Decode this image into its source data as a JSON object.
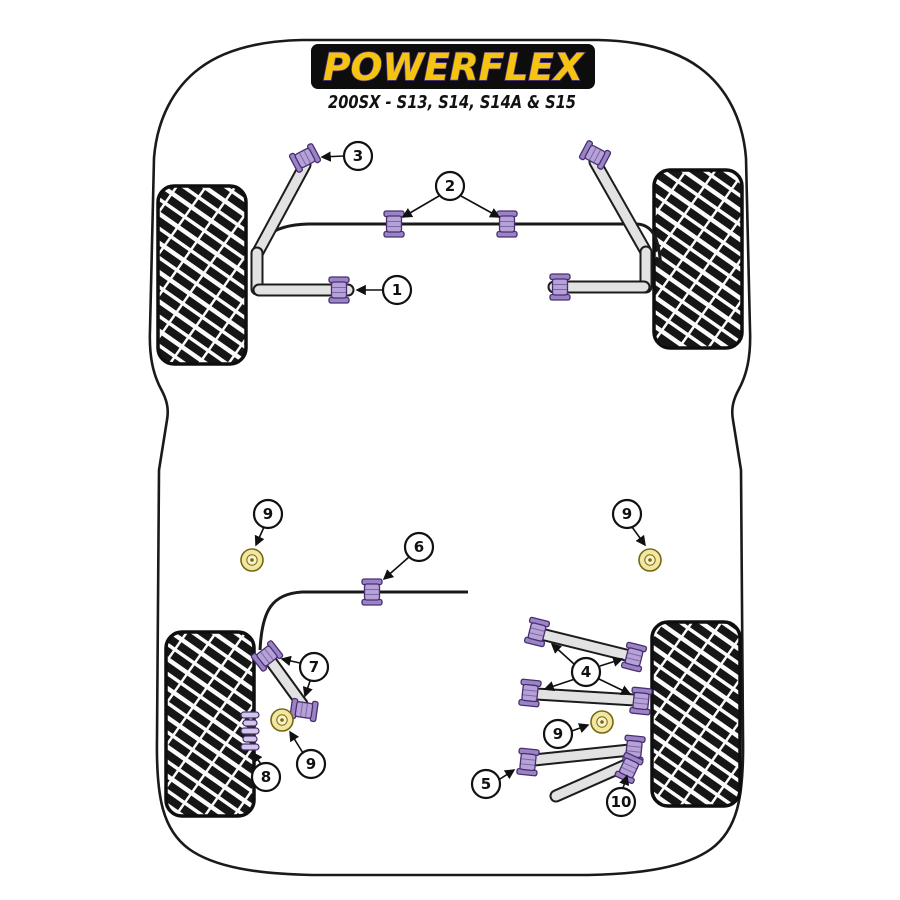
{
  "page": {
    "brand": "POWERFLEX",
    "model_line": "200SX - S13, S14, S14A & S15"
  },
  "colors": {
    "outline": "#1a1a1a",
    "banner_bg": "#0d0d0d",
    "brand_yellow": "#f4c411",
    "brand_purple": "#5b3a8e",
    "bushing_fill": "#b6a2d8",
    "bushing_flange": "#9c83c6",
    "bushing_stroke": "#463070",
    "washer_fill": "#f1e6a2",
    "washer_stroke": "#77670f",
    "arm_fill": "#e2e2e2"
  },
  "callouts": [
    {
      "label": "3",
      "points_to": "front-tension-rod-bush"
    },
    {
      "label": "2",
      "points_to": "front-anti-roll-bar-bushes"
    },
    {
      "label": "1",
      "points_to": "front-lower-arm-bush"
    },
    {
      "label": "9",
      "points_to": "washer-front-left"
    },
    {
      "label": "9",
      "points_to": "washer-front-right"
    },
    {
      "label": "6",
      "points_to": "rear-anti-roll-bar-bush"
    },
    {
      "label": "7",
      "points_to": "rear-left-arm-bushes"
    },
    {
      "label": "4",
      "points_to": "rear-upper-arm-bushes"
    },
    {
      "label": "9",
      "points_to": "washer-rear-right"
    },
    {
      "label": "8",
      "points_to": "rear-bump-stop"
    },
    {
      "label": "9",
      "points_to": "washer-rear-left"
    },
    {
      "label": "5",
      "points_to": "rear-lower-arm-bush"
    },
    {
      "label": "10",
      "points_to": "rear-toe-arm-bush"
    }
  ]
}
